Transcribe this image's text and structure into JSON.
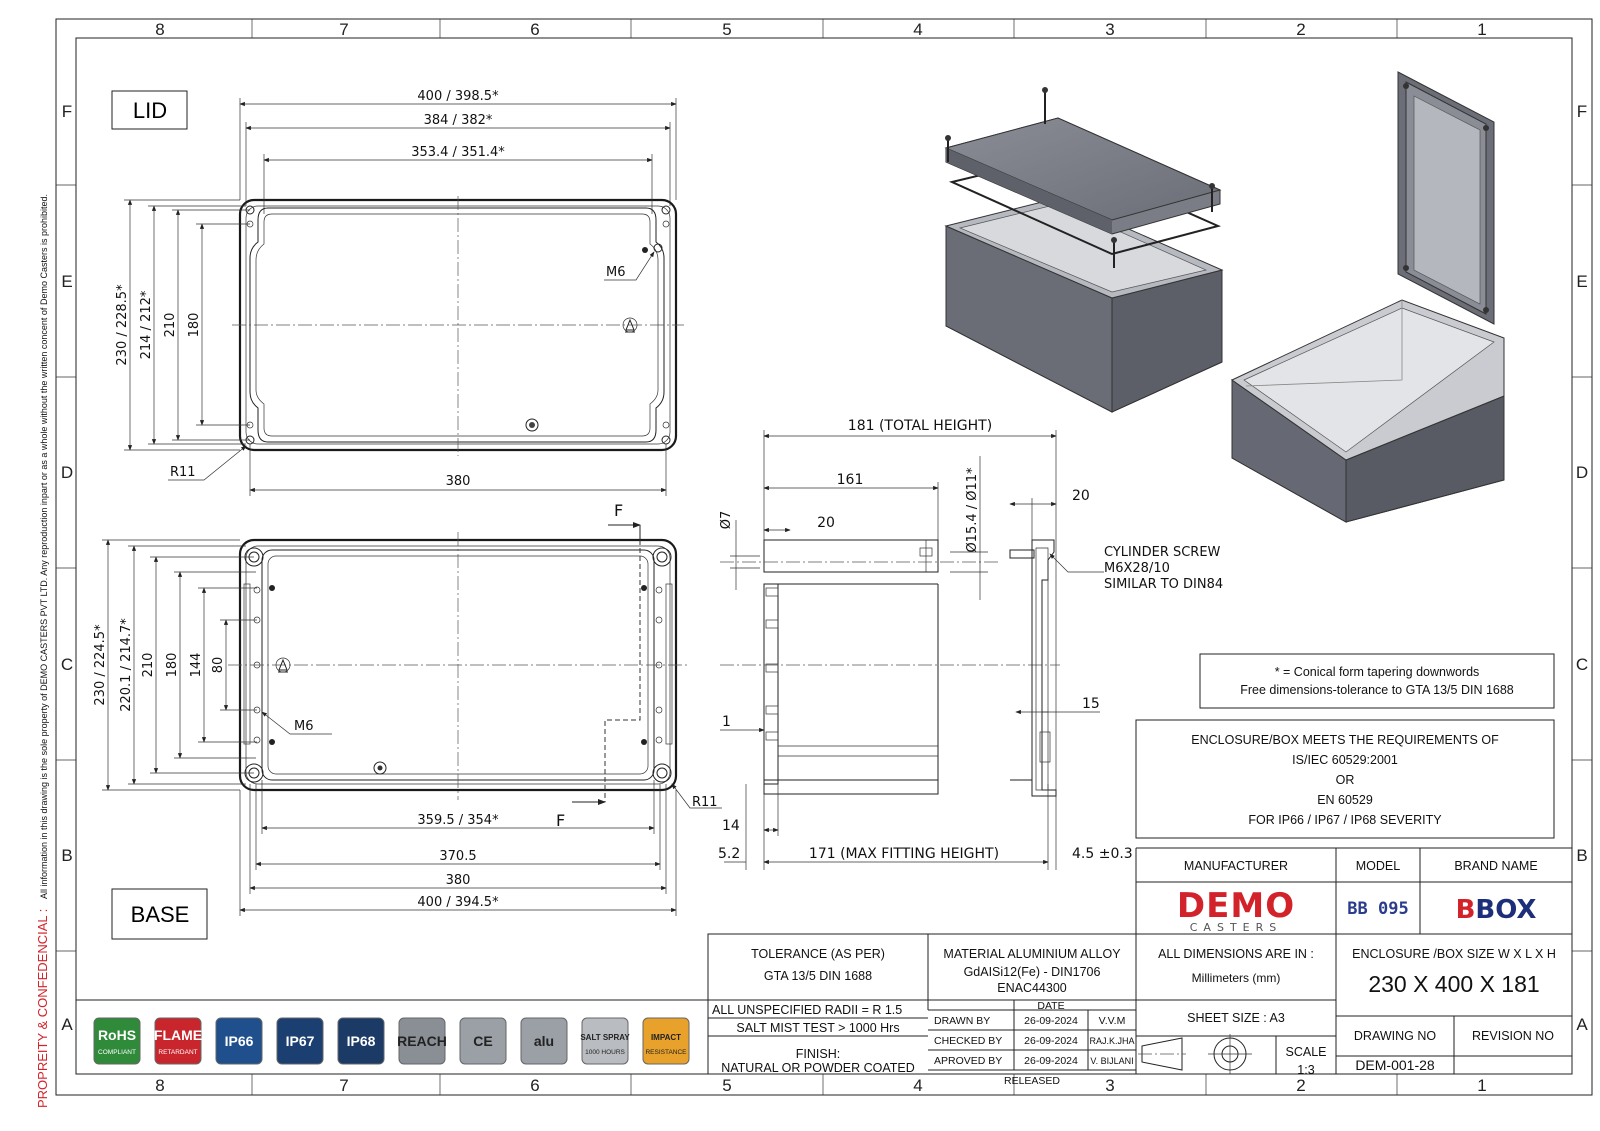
{
  "frame": {
    "columns": [
      "8",
      "7",
      "6",
      "5",
      "4",
      "3",
      "2",
      "1"
    ],
    "rows": [
      "F",
      "E",
      "D",
      "C",
      "B",
      "A"
    ],
    "side_note": "All information in this drawing is the sole property of DEMO CASTERS PVT LTD. Any reproduction inpart or as a whole without the written concent of Demo Casters is prohibited.",
    "side_label": "PROPREITY & CONFEDENCIAL :"
  },
  "lid": {
    "label": "LID",
    "dims": {
      "w_outer": "400 / 398.5*",
      "w_mid": "384 / 382*",
      "w_inner": "353.4 / 351.4*",
      "w_bottom": "380",
      "h_outer": "230 / 228.5*",
      "h_mid": "214 / 212*",
      "h_210": "210",
      "h_180": "180",
      "radius": "R11",
      "screw": "M6"
    }
  },
  "base": {
    "label": "BASE",
    "section": "F",
    "dims": {
      "h_outer": "230 / 224.5*",
      "h_mid": "220.1 / 214.7*",
      "h_210": "210",
      "h_180": "180",
      "h_144": "144",
      "h_80": "80",
      "screw": "M6",
      "radius": "R11",
      "w_inner": "359.5 / 354*",
      "w_370": "370.5",
      "w_380": "380",
      "w_outer": "400 / 394.5*"
    }
  },
  "section": {
    "total_height": "181 (TOTAL HEIGHT)",
    "d161": "161",
    "d20a": "20",
    "phi7": "Ø7",
    "phi15": "Ø15.4 / Ø11*",
    "d1": "1",
    "d14": "14",
    "d52": "5.2",
    "fitting": "171 (MAX FITTING HEIGHT)",
    "d45": "4.5 ±0.3",
    "d20b": "20",
    "d15": "15",
    "screw_note": [
      "CYLINDER SCREW",
      "M6X28/10",
      "SIMILAR TO DIN84"
    ]
  },
  "notes": {
    "conical": "* = Conical form tapering downwords",
    "tolerance": "Free dimensions-tolerance to GTA 13/5 DIN 1688",
    "requirements": [
      "ENCLOSURE/BOX MEETS THE REQUIREMENTS OF",
      "IS/IEC 60529:2001",
      "OR",
      "EN 60529",
      "FOR IP66 / IP67 / IP68 SEVERITY"
    ]
  },
  "badges": [
    {
      "top": "RoHS",
      "bottom": "COMPLIANT",
      "color": "#2f8a3a"
    },
    {
      "top": "FLAME",
      "bottom": "RETARDANT",
      "color": "#c8262c"
    },
    {
      "top": "IP66",
      "bottom": "",
      "color": "#1f4f8c"
    },
    {
      "top": "IP67",
      "bottom": "",
      "color": "#1a3f70"
    },
    {
      "top": "IP68",
      "bottom": "",
      "color": "#1b3a66"
    },
    {
      "top": "REACH",
      "bottom": "",
      "color": "#8a8f96"
    },
    {
      "top": "CE",
      "bottom": "",
      "color": "#9aa0a6"
    },
    {
      "top": "alu",
      "bottom": "",
      "color": "#9aa0a6"
    },
    {
      "top": "SALT SPRAY",
      "bottom": "1000 HOURS",
      "color": "#b9bcc0"
    },
    {
      "top": "IMPACT",
      "bottom": "RESISTANCE",
      "color": "#e8a12a"
    }
  ],
  "title_block": {
    "tolerance_label": "TOLERANCE (AS PER)",
    "tolerance_value": "GTA 13/5 DIN 1688",
    "material_label": "MATERIAL ALUMINIUM ALLOY",
    "material_value1": "GdAISi12(Fe) - DIN1706",
    "material_value2": "ENAC44300",
    "dimensions_label": "ALL DIMENSIONS ARE IN :",
    "dimensions_value": "Millimeters (mm)",
    "size_label": "ENCLOSURE /BOX SIZE W X L X H",
    "size_value": "230 X 400 X 181",
    "radii": "ALL UNSPECIFIED RADII = R 1.5",
    "salt": "SALT MIST TEST > 1000 Hrs",
    "finish_label": "FINISH:",
    "finish_value": "NATURAL OR POWDER COATED",
    "date_label": "DATE",
    "drawn_label": "DRAWN BY",
    "drawn_date": "26-09-2024",
    "drawn_name": "V.V.M",
    "checked_label": "CHECKED BY",
    "checked_date": "26-09-2024",
    "checked_name": "RAJ.K.JHA",
    "approved_label": "APROVED BY",
    "approved_date": "26-09-2024",
    "approved_name": "V. BIJLANI",
    "released": "RELEASED",
    "sheet_size": "SHEET SIZE : A3",
    "scale_label": "SCALE",
    "scale_value": "1:3",
    "manufacturer_label": "MANUFACTURER",
    "model_label": "MODEL",
    "brand_label": "BRAND NAME",
    "manufacturer_logo": "DEMO",
    "manufacturer_sub": "CASTERS",
    "model_value": "BB 095",
    "brand_value": "BBOX",
    "drawing_no_label": "DRAWING NO",
    "revision_label": "REVISION NO",
    "drawing_no": "DEM-001-28",
    "revision_no": ""
  },
  "colors": {
    "demo_red": "#d3232a",
    "model_blue": "#2b3c8c",
    "brand_red": "#d3232a",
    "brand_blue": "#1d2f7a",
    "box_gray": "#70737c"
  }
}
